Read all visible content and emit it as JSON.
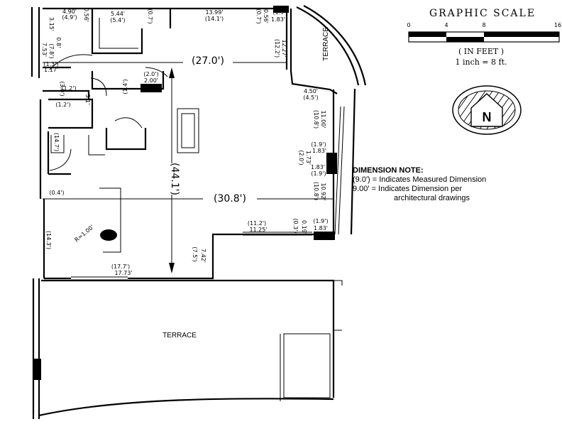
{
  "scale": {
    "title": "GRAPHIC SCALE",
    "ticks": [
      "0",
      "4",
      "8",
      "16"
    ],
    "unit": "( IN FEET )",
    "ratio": "1 inch = 8   ft."
  },
  "north": {
    "letter": "N"
  },
  "note": {
    "title": "DIMENSION NOTE:",
    "line1": "(9.0') = Indicates Measured Dimension",
    "line2": "9.00' = Indicates Dimension per",
    "line3": "architectural drawings"
  },
  "labels": {
    "terrace_main": "TERRACE",
    "terrace_side": "TERRACE",
    "radius": "R=1.00'"
  },
  "dims": {
    "d27": "(27.0')",
    "d308": "(30.8')",
    "d441": "(44.1')",
    "d1399": "13.99'",
    "d141": "(14.1')",
    "d544": "5.44'",
    "d54": "(5.4')",
    "d490": "4.90'",
    "d49": "(4.9')",
    "d450": "4.50'",
    "d45": "(4.5')",
    "d1122": "(11.2')",
    "d1125": "11.25'",
    "d177": "(17.7')",
    "d1773": "17.73'",
    "d122": "(12.2')",
    "d1227": "12.27'",
    "d108a": "(10.8')",
    "d1100": "11.00'",
    "d108b": "(10.8')",
    "d1092": "10.92'",
    "d19a": "(1.9')",
    "d183a": "1.83'",
    "d19b": "(1.9')",
    "d183b": "1.83'",
    "d19c": "(1.9')",
    "d183c": "1.83'",
    "d19d": "(1.9')",
    "d183d": "1.83'",
    "d20": "(2.0')",
    "d200": "2.00'",
    "d20b": "(2.0')",
    "d173": "1.73'",
    "d12a": "(1.2')",
    "d12b": "(1.2')",
    "d13": "(1.3')",
    "d117": "1.17'",
    "d04": "(0.4')",
    "d143": "(14.3')",
    "d147": "(14.7')",
    "d14": "(1.4')",
    "d75": "(7.5')",
    "d742": "7.42'",
    "d03": "(0.3')",
    "d019": "0.19'",
    "d07a": "(0.7')",
    "d056a": "0.56'",
    "d07b": "(0.7')",
    "d056b": "0.56'",
    "d30": "(3.0')",
    "d31": "3.1'",
    "d315": "3.15'",
    "d753": "7.53'",
    "d78": "(7.8')",
    "d08": "0.8'"
  }
}
